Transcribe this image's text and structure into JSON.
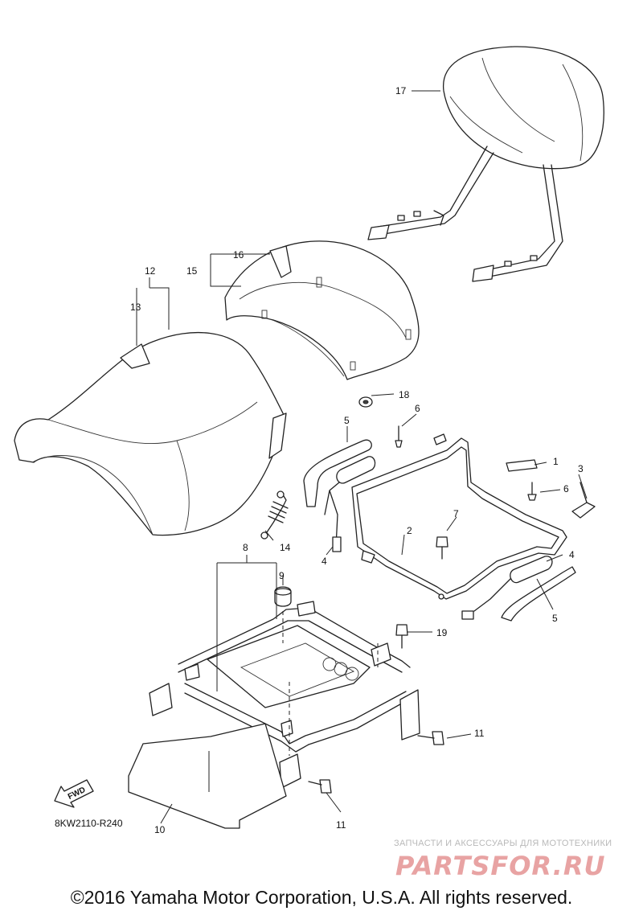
{
  "diagram": {
    "callouts": [
      "1",
      "2",
      "3",
      "4",
      "4",
      "5",
      "5",
      "6",
      "6",
      "7",
      "8",
      "9",
      "10",
      "11",
      "11",
      "12",
      "13",
      "14",
      "15",
      "16",
      "17",
      "18",
      "19"
    ],
    "part_code": "8KW2110-R240",
    "fwd_label": "FWD"
  },
  "watermark": {
    "tagline": "ЗАПЧАСТИ И АКСЕССУАРЫ ДЛЯ МОТОТЕХНИКИ",
    "logo_text": "PARTSFOR.RU",
    "color": "#e8a3a3"
  },
  "footer": {
    "copyright": "©2016 Yamaha Motor Corporation, U.S.A. All rights reserved."
  }
}
